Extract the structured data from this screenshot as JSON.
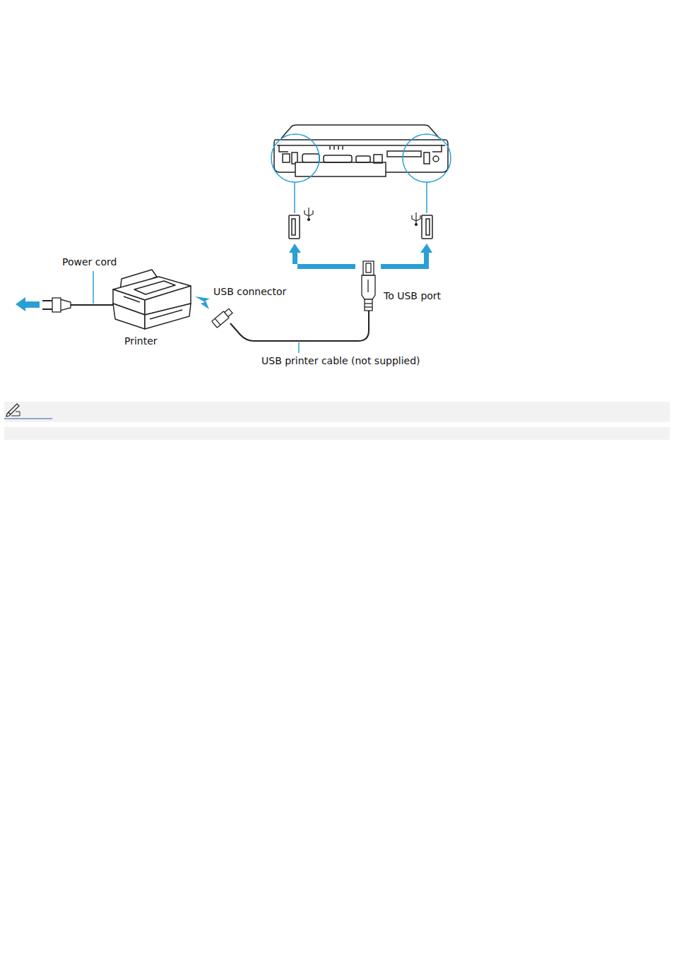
{
  "diagram": {
    "labels": [
      "Power cord",
      "USB connector",
      "To USB port",
      "Printer",
      "USB printer cable (not supplied)"
    ]
  }
}
